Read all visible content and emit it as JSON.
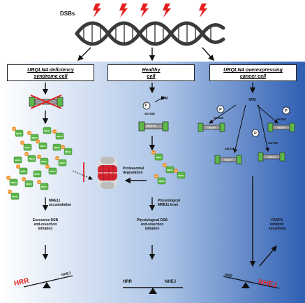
{
  "dsb_label": "DSBs",
  "columns": [
    {
      "title_line1": "UBQLN4 deficiency",
      "title_line2": "syndrome cell",
      "accumulation_line1": "MRE11",
      "accumulation_line2": "accumulation",
      "outcome_line1": "Excessive DSB",
      "outcome_line2": "end-resection",
      "outcome_line3": "initiation",
      "balance_heavy": "HRR",
      "balance_light": "NHEJ"
    },
    {
      "title_line1": "Healthy",
      "title_line2": "cell",
      "atm": "ATM",
      "phospho": "P",
      "site": "Ser318",
      "protein": "UBQLN4",
      "degradation_line1": "Proteasomal",
      "degradation_line2": "degradation",
      "level_line1": "Physiological",
      "level_line2": "MRE11 level",
      "outcome_line1": "Physiological DSB",
      "outcome_line2": "end-resection",
      "outcome_line3": "initiation",
      "balance_left": "HRR",
      "balance_right": "NHEJ"
    },
    {
      "title_line1": "UBQLN4 overexpressing",
      "title_line2": "cancer cell",
      "atm": "ATM",
      "phospho": "P",
      "site": "Ser318",
      "protein": "UBQLN4",
      "outcome_line1": "PARP1",
      "outcome_line2": "inhibitor",
      "outcome_line3": "sensitivity",
      "balance_light": "HRR",
      "balance_heavy": "NHEJ"
    }
  ],
  "mre11_label": "MRE11",
  "ub_label": "Ub",
  "colors": {
    "lightning": "#e5201f",
    "dna": "#3a3a3a",
    "gradient_left": "#ffffff",
    "gradient_right": "#2f5fb3",
    "mre11_green": "#5db84a",
    "ub_orange": "#f08a1d",
    "proteasome_red": "#d3232f",
    "highlight_red": "#e5201f"
  }
}
